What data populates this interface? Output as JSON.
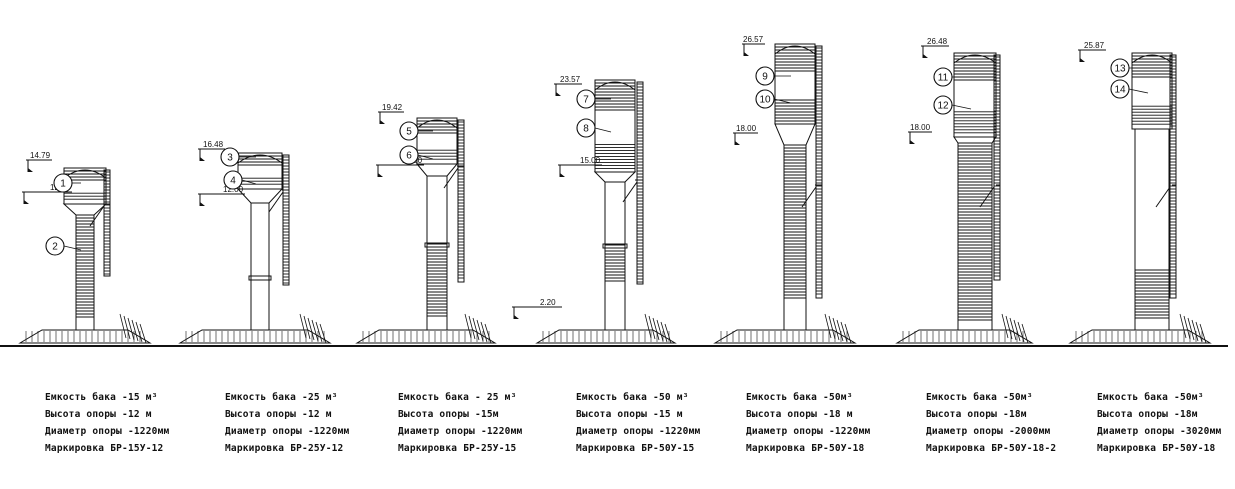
{
  "towers": [
    {
      "elevations": [
        "14.79",
        "12.00"
      ],
      "callouts": [
        "1",
        "2"
      ],
      "spec": {
        "capacity_label": "Емкость бака",
        "capacity_value": "-15 м³",
        "height_label": "Высота опоры",
        "height_value": "-12 м",
        "diameter_label": "Диаметр опоры",
        "diameter_value": "-1220мм",
        "mark_label": "Маркировка",
        "mark_value": "БР-15У-12"
      }
    },
    {
      "elevations": [
        "16.48",
        "12.00"
      ],
      "callouts": [
        "3",
        "4"
      ],
      "spec": {
        "capacity_label": "Емкость бака",
        "capacity_value": "-25 м³",
        "height_label": "Высота опоры",
        "height_value": "-12 м",
        "diameter_label": "Диаметр опоры",
        "diameter_value": "-1220мм",
        "mark_label": "Маркировка",
        "mark_value": "БР-25У-12"
      }
    },
    {
      "elevations": [
        "19.42",
        "15.00"
      ],
      "callouts": [
        "5",
        "6"
      ],
      "spec": {
        "capacity_label": "Емкость бака",
        "capacity_value": "- 25 м³",
        "height_label": "Высота опоры",
        "height_value": "-15м",
        "diameter_label": "Диаметр опоры",
        "diameter_value": "-1220мм",
        "mark_label": "Маркировка",
        "mark_value": "БР-25У-15"
      }
    },
    {
      "elevations": [
        "23.57",
        "15.00",
        "2.20"
      ],
      "callouts": [
        "7",
        "8"
      ],
      "spec": {
        "capacity_label": "Емкость бака",
        "capacity_value": "-50 м³",
        "height_label": "Высота опоры",
        "height_value": "-15 м",
        "diameter_label": "Диаметр опоры",
        "diameter_value": "-1220мм",
        "mark_label": "Маркировка",
        "mark_value": "БР-50У-15"
      }
    },
    {
      "elevations": [
        "26.57",
        "18.00"
      ],
      "callouts": [
        "9",
        "10"
      ],
      "spec": {
        "capacity_label": "Емкость бака",
        "capacity_value": "-50м³",
        "height_label": "Высота опоры",
        "height_value": "-18 м",
        "diameter_label": "Диаметр опоры",
        "diameter_value": "-1220мм",
        "mark_label": "Маркировка",
        "mark_value": "БР-50У-18"
      }
    },
    {
      "elevations": [
        "26.48",
        "18.00"
      ],
      "callouts": [
        "11",
        "12"
      ],
      "spec": {
        "capacity_label": "Емкость бака",
        "capacity_value": "-50м³",
        "height_label": "Высота опоры",
        "height_value": "-18м",
        "diameter_label": "Диаметр опоры",
        "diameter_value": "-2000мм",
        "mark_label": "Маркировка",
        "mark_value": "БР-50У-18-2"
      }
    },
    {
      "elevations": [
        "25.87"
      ],
      "callouts": [
        "13",
        "14"
      ],
      "spec": {
        "capacity_label": "Емкость бака",
        "capacity_value": "-50м³",
        "height_label": "Высота опоры",
        "height_value": "-18м",
        "diameter_label": "Диаметр опоры",
        "diameter_value": "-3020мм",
        "mark_label": "Маркировка",
        "mark_value": "БР-50У-18"
      }
    }
  ]
}
